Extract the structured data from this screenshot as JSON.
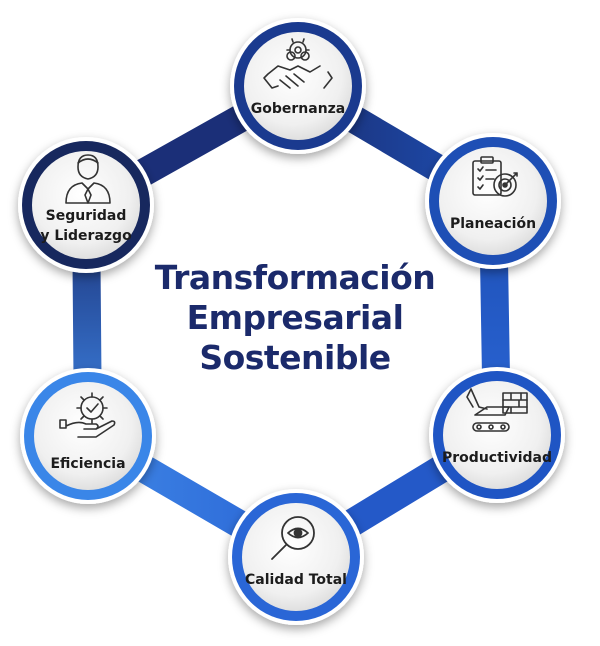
{
  "diagram": {
    "title_lines": [
      "Transformación",
      "Empresarial",
      "Sostenible"
    ],
    "nodes": [
      {
        "id": "gobernanza",
        "lines": [
          "Gobernanza"
        ],
        "icon": "handshake-gear-icon",
        "ring": "#1a3a8f"
      },
      {
        "id": "planeacion",
        "lines": [
          "Planeación"
        ],
        "icon": "clipboard-target-icon",
        "ring": "#1e4fb5"
      },
      {
        "id": "productividad",
        "lines": [
          "Productividad"
        ],
        "icon": "excavator-bricks-icon",
        "ring": "#1f55c4"
      },
      {
        "id": "calidad-total",
        "lines": [
          "Calidad Total"
        ],
        "icon": "magnifier-eye-icon",
        "ring": "#2a66d6"
      },
      {
        "id": "eficiencia",
        "lines": [
          "Eficiencia"
        ],
        "icon": "hand-gear-check-icon",
        "ring": "#3a86e8"
      },
      {
        "id": "seguridad-liderazgo",
        "lines": [
          "Seguridad",
          "y Liderazgo"
        ],
        "icon": "businessman-icon",
        "ring": "#17285e"
      }
    ],
    "colors": {
      "title": "#1b2a6b",
      "connector_dark": "#1a2f74",
      "connector_light": "#3f86e6",
      "node_fill": "#f1f1f1"
    }
  }
}
